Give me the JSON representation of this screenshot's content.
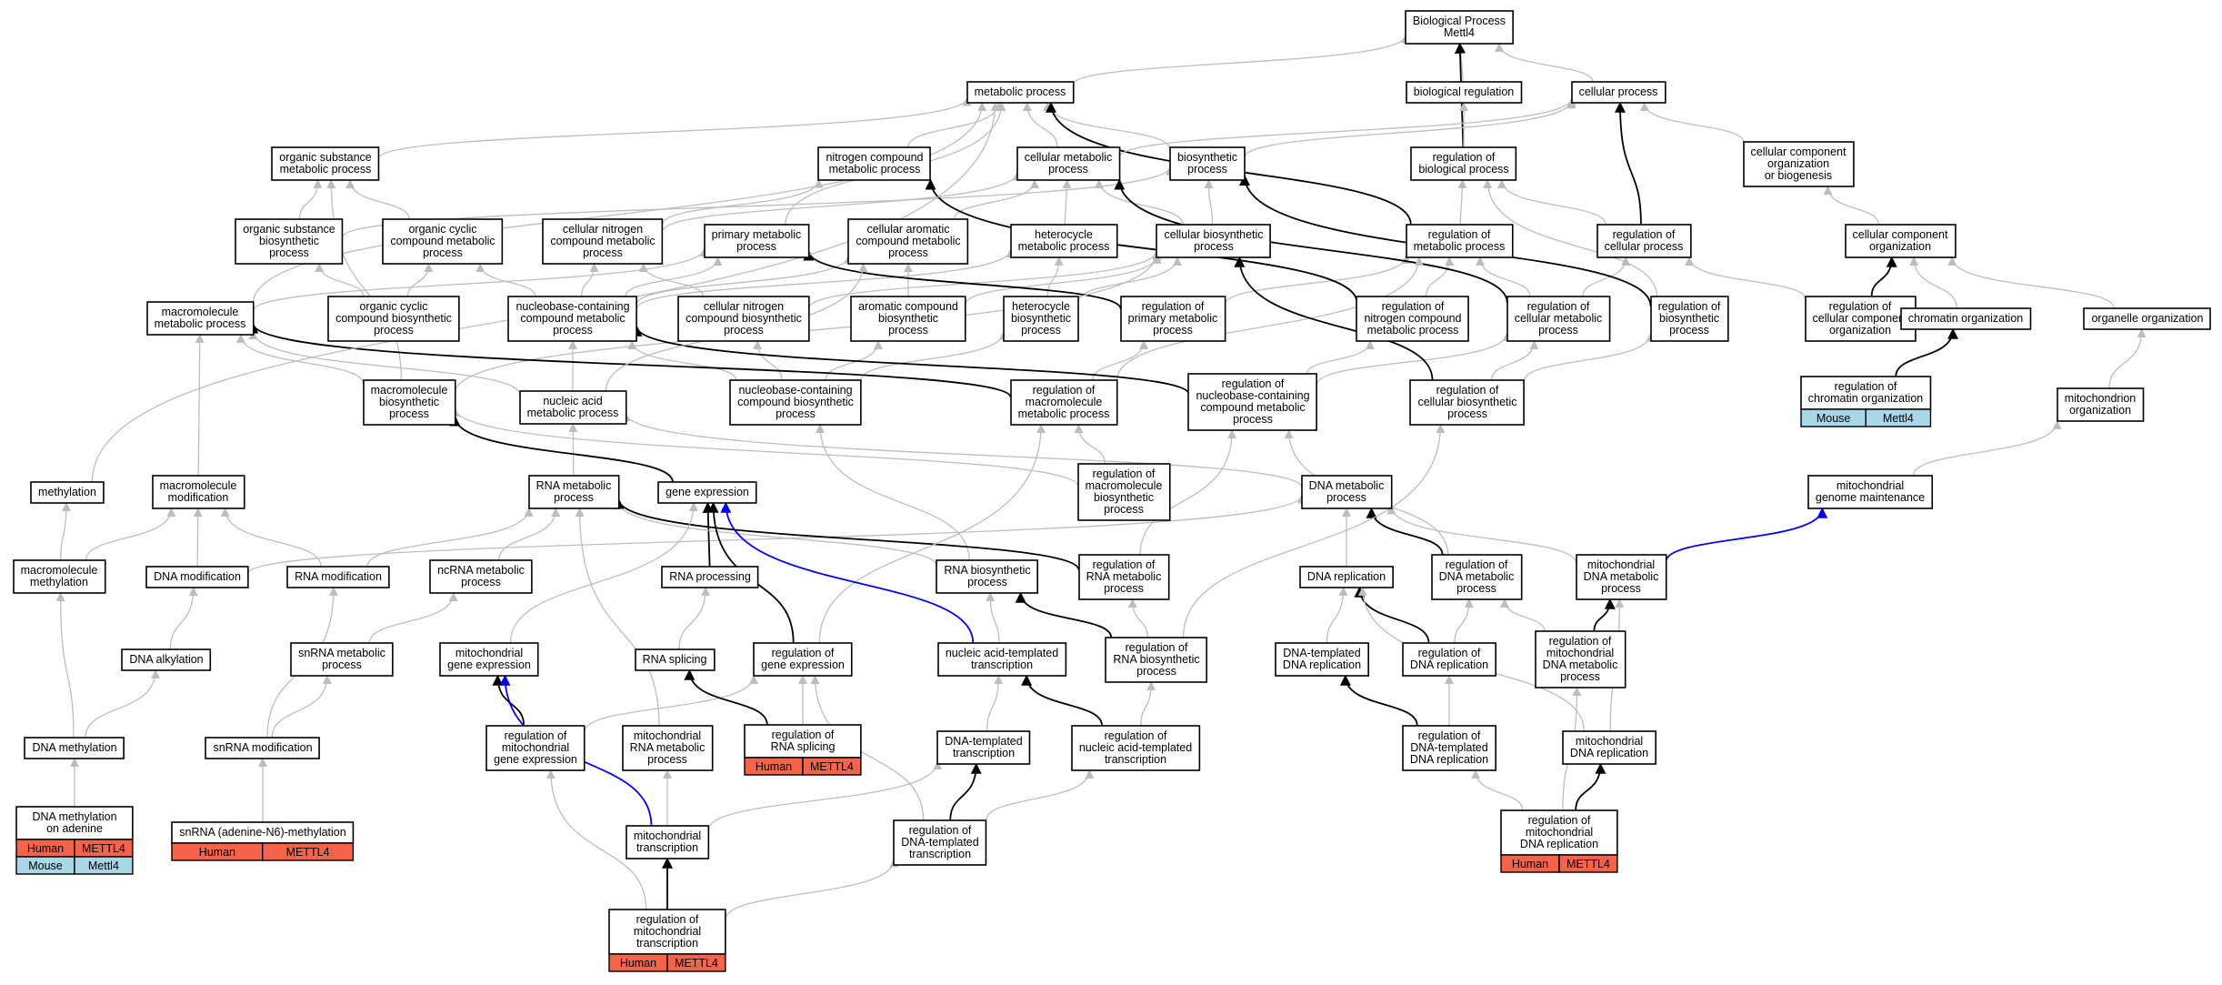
{
  "colors": {
    "node_border": "#000000",
    "edge_gray": "#bdbdbd",
    "edge_black": "#000000",
    "edge_blue": "#0000ee",
    "human_badge": "#f4634a",
    "mouse_badge": "#a8d8e8"
  },
  "nodes": [
    {
      "id": "bp",
      "lines": [
        "Biological Process",
        "Mettl4"
      ]
    },
    {
      "id": "mp",
      "lines": [
        "metabolic process"
      ]
    },
    {
      "id": "br",
      "lines": [
        "biological regulation"
      ]
    },
    {
      "id": "cp",
      "lines": [
        "cellular process"
      ]
    },
    {
      "id": "osmp",
      "lines": [
        "organic substance",
        "metabolic process"
      ]
    },
    {
      "id": "ncmp",
      "lines": [
        "nitrogen compound",
        "metabolic process"
      ]
    },
    {
      "id": "cmp",
      "lines": [
        "cellular metabolic",
        "process"
      ]
    },
    {
      "id": "bsp",
      "lines": [
        "biosynthetic",
        "process"
      ]
    },
    {
      "id": "rbp",
      "lines": [
        "regulation of",
        "biological process"
      ]
    },
    {
      "id": "ccob",
      "lines": [
        "cellular component",
        "organization",
        "or biogenesis"
      ]
    },
    {
      "id": "osbp",
      "lines": [
        "organic substance",
        "biosynthetic",
        "process"
      ]
    },
    {
      "id": "occmp",
      "lines": [
        "organic cyclic",
        "compound metabolic",
        "process"
      ]
    },
    {
      "id": "cncmp",
      "lines": [
        "cellular nitrogen",
        "compound metabolic",
        "process"
      ]
    },
    {
      "id": "pmp",
      "lines": [
        "primary metabolic",
        "process"
      ]
    },
    {
      "id": "cacmp",
      "lines": [
        "cellular aromatic",
        "compound metabolic",
        "process"
      ]
    },
    {
      "id": "hmp",
      "lines": [
        "heterocycle",
        "metabolic process"
      ]
    },
    {
      "id": "cbp",
      "lines": [
        "cellular biosynthetic",
        "process"
      ]
    },
    {
      "id": "rmp",
      "lines": [
        "regulation of",
        "metabolic process"
      ]
    },
    {
      "id": "rcp",
      "lines": [
        "regulation of",
        "cellular process"
      ]
    },
    {
      "id": "cco",
      "lines": [
        "cellular component",
        "organization"
      ]
    },
    {
      "id": "mmp",
      "lines": [
        "macromolecule",
        "metabolic process"
      ]
    },
    {
      "id": "occbp",
      "lines": [
        "organic cyclic",
        "compound biosynthetic",
        "process"
      ]
    },
    {
      "id": "nccmp",
      "lines": [
        "nucleobase-containing",
        "compound metabolic",
        "process"
      ]
    },
    {
      "id": "cncbp",
      "lines": [
        "cellular nitrogen",
        "compound biosynthetic",
        "process"
      ]
    },
    {
      "id": "acbp",
      "lines": [
        "aromatic compound",
        "biosynthetic",
        "process"
      ]
    },
    {
      "id": "hbp",
      "lines": [
        "heterocycle",
        "biosynthetic",
        "process"
      ]
    },
    {
      "id": "rpmp",
      "lines": [
        "regulation of",
        "primary metabolic",
        "process"
      ]
    },
    {
      "id": "rncmp",
      "lines": [
        "regulation of",
        "nitrogen compound",
        "metabolic process"
      ]
    },
    {
      "id": "rcmp",
      "lines": [
        "regulation of",
        "cellular metabolic",
        "process"
      ]
    },
    {
      "id": "rbsp",
      "lines": [
        "regulation of",
        "biosynthetic",
        "process"
      ]
    },
    {
      "id": "rcco",
      "lines": [
        "regulation of",
        "cellular component",
        "organization"
      ]
    },
    {
      "id": "co",
      "lines": [
        "chromatin organization"
      ]
    },
    {
      "id": "oo",
      "lines": [
        "organelle organization"
      ]
    },
    {
      "id": "mbp",
      "lines": [
        "macromolecule",
        "biosynthetic",
        "process"
      ]
    },
    {
      "id": "namp",
      "lines": [
        "nucleic acid",
        "metabolic process"
      ]
    },
    {
      "id": "nccbp",
      "lines": [
        "nucleobase-containing",
        "compound biosynthetic",
        "process"
      ]
    },
    {
      "id": "rmmp",
      "lines": [
        "regulation of",
        "macromolecule",
        "metabolic process"
      ]
    },
    {
      "id": "rnccmp",
      "lines": [
        "regulation of",
        "nucleobase-containing",
        "compound metabolic",
        "process"
      ]
    },
    {
      "id": "rcbp",
      "lines": [
        "regulation of",
        "cellular biosynthetic",
        "process"
      ]
    },
    {
      "id": "rco",
      "lines": [
        "regulation of",
        "chromatin organization"
      ],
      "badges": [
        [
          "mouse",
          "Mouse",
          "Mettl4"
        ]
      ]
    },
    {
      "id": "mo",
      "lines": [
        "mitochondrion",
        "organization"
      ]
    },
    {
      "id": "meth",
      "lines": [
        "methylation"
      ]
    },
    {
      "id": "mmod",
      "lines": [
        "macromolecule",
        "modification"
      ]
    },
    {
      "id": "rnamp",
      "lines": [
        "RNA metabolic",
        "process"
      ]
    },
    {
      "id": "ge",
      "lines": [
        "gene expression"
      ]
    },
    {
      "id": "rmbp",
      "lines": [
        "regulation of",
        "macromolecule",
        "biosynthetic",
        "process"
      ]
    },
    {
      "id": "dnamp",
      "lines": [
        "DNA metabolic",
        "process"
      ]
    },
    {
      "id": "mgm",
      "lines": [
        "mitochondrial",
        "genome maintenance"
      ]
    },
    {
      "id": "mmeth",
      "lines": [
        "macromolecule",
        "methylation"
      ]
    },
    {
      "id": "dnamod",
      "lines": [
        "DNA modification"
      ]
    },
    {
      "id": "rnamod",
      "lines": [
        "RNA modification"
      ]
    },
    {
      "id": "ncrna",
      "lines": [
        "ncRNA metabolic",
        "process"
      ]
    },
    {
      "id": "rnaproc",
      "lines": [
        "RNA processing"
      ]
    },
    {
      "id": "rnabp",
      "lines": [
        "RNA biosynthetic",
        "process"
      ]
    },
    {
      "id": "rrnamp",
      "lines": [
        "regulation of",
        "RNA metabolic",
        "process"
      ]
    },
    {
      "id": "dnarep",
      "lines": [
        "DNA replication"
      ]
    },
    {
      "id": "rdnamp",
      "lines": [
        "regulation of",
        "DNA metabolic",
        "process"
      ]
    },
    {
      "id": "mdnamp",
      "lines": [
        "mitochondrial",
        "DNA metabolic",
        "process"
      ]
    },
    {
      "id": "dnaalk",
      "lines": [
        "DNA alkylation"
      ]
    },
    {
      "id": "snrnamp",
      "lines": [
        "snRNA metabolic",
        "process"
      ]
    },
    {
      "id": "mge",
      "lines": [
        "mitochondrial",
        "gene expression"
      ]
    },
    {
      "id": "rnasplice",
      "lines": [
        "RNA splicing"
      ]
    },
    {
      "id": "rge",
      "lines": [
        "regulation of",
        "gene expression"
      ]
    },
    {
      "id": "natt",
      "lines": [
        "nucleic acid-templated",
        "transcription"
      ]
    },
    {
      "id": "rrnabp",
      "lines": [
        "regulation of",
        "RNA biosynthetic",
        "process"
      ]
    },
    {
      "id": "dtdnarep",
      "lines": [
        "DNA-templated",
        "DNA replication"
      ]
    },
    {
      "id": "rdnarep",
      "lines": [
        "regulation of",
        "DNA replication"
      ]
    },
    {
      "id": "rmdnamp",
      "lines": [
        "regulation of",
        "mitochondrial",
        "DNA metabolic",
        "process"
      ]
    },
    {
      "id": "dnameth",
      "lines": [
        "DNA methylation"
      ]
    },
    {
      "id": "snrnamod",
      "lines": [
        "snRNA modification"
      ]
    },
    {
      "id": "rmge",
      "lines": [
        "regulation of",
        "mitochondrial",
        "gene expression"
      ]
    },
    {
      "id": "mrnamp",
      "lines": [
        "mitochondrial",
        "RNA metabolic",
        "process"
      ]
    },
    {
      "id": "rrnasplice",
      "lines": [
        "regulation of",
        "RNA splicing"
      ],
      "badges": [
        [
          "human",
          "Human",
          "METTL4"
        ]
      ]
    },
    {
      "id": "dtt",
      "lines": [
        "DNA-templated",
        "transcription"
      ]
    },
    {
      "id": "rnatt",
      "lines": [
        "regulation of",
        "nucleic acid-templated",
        "transcription"
      ]
    },
    {
      "id": "rdtdnarep",
      "lines": [
        "regulation of",
        "DNA-templated",
        "DNA replication"
      ]
    },
    {
      "id": "mdnarep",
      "lines": [
        "mitochondrial",
        "DNA replication"
      ]
    },
    {
      "id": "dnamethadenine",
      "lines": [
        "DNA methylation",
        "on adenine"
      ],
      "badges": [
        [
          "human",
          "Human",
          "METTL4"
        ],
        [
          "mouse",
          "Mouse",
          "Mettl4"
        ]
      ]
    },
    {
      "id": "snrnaadenine",
      "lines": [
        "snRNA (adenine-N6)-methylation"
      ],
      "badges": [
        [
          "human",
          "Human",
          "METTL4"
        ]
      ]
    },
    {
      "id": "mtrans",
      "lines": [
        "mitochondrial",
        "transcription"
      ]
    },
    {
      "id": "rdtt",
      "lines": [
        "regulation of",
        "DNA-templated",
        "transcription"
      ]
    },
    {
      "id": "rmdnarep",
      "lines": [
        "regulation of",
        "mitochondrial",
        "DNA replication"
      ],
      "badges": [
        [
          "human",
          "Human",
          "METTL4"
        ]
      ]
    },
    {
      "id": "rmtrans",
      "lines": [
        "regulation of",
        "mitochondrial",
        "transcription"
      ],
      "badges": [
        [
          "human",
          "Human",
          "METTL4"
        ]
      ]
    }
  ],
  "edges": [
    [
      "mp",
      "bp",
      "g"
    ],
    [
      "br",
      "bp",
      "g"
    ],
    [
      "cp",
      "bp",
      "g"
    ],
    [
      "rbp",
      "bp",
      "k"
    ],
    [
      "rbp",
      "br",
      "g"
    ],
    [
      "ccob",
      "cp",
      "g"
    ],
    [
      "rcp",
      "cp",
      "k"
    ],
    [
      "rcp",
      "rbp",
      "g"
    ],
    [
      "osmp",
      "mp",
      "g"
    ],
    [
      "ncmp",
      "mp",
      "g"
    ],
    [
      "cmp",
      "mp",
      "g"
    ],
    [
      "bsp",
      "mp",
      "g"
    ],
    [
      "pmp",
      "mp",
      "g"
    ],
    [
      "mmp",
      "mp",
      "g"
    ],
    [
      "rmp",
      "mp",
      "k"
    ],
    [
      "cmp",
      "cp",
      "g"
    ],
    [
      "bsp",
      "cp",
      "g"
    ],
    [
      "occmp",
      "osmp",
      "g"
    ],
    [
      "osbp",
      "osmp",
      "g"
    ],
    [
      "mbp",
      "osmp",
      "g"
    ],
    [
      "cncmp",
      "ncmp",
      "g"
    ],
    [
      "cncmp",
      "cmp",
      "g"
    ],
    [
      "cacmp",
      "cmp",
      "g"
    ],
    [
      "hmp",
      "cmp",
      "g"
    ],
    [
      "cbp",
      "cmp",
      "g"
    ],
    [
      "cbp",
      "bsp",
      "g"
    ],
    [
      "osbp",
      "bsp",
      "g"
    ],
    [
      "occbp",
      "occmp",
      "g"
    ],
    [
      "occbp",
      "osbp",
      "g"
    ],
    [
      "nccmp",
      "occmp",
      "g"
    ],
    [
      "nccmp",
      "cncmp",
      "g"
    ],
    [
      "nccmp",
      "pmp",
      "g"
    ],
    [
      "nccmp",
      "hmp",
      "g"
    ],
    [
      "nccmp",
      "cacmp",
      "g"
    ],
    [
      "cncbp",
      "cncmp",
      "g"
    ],
    [
      "cncbp",
      "cbp",
      "g"
    ],
    [
      "acbp",
      "cacmp",
      "g"
    ],
    [
      "acbp",
      "cbp",
      "g"
    ],
    [
      "hbp",
      "hmp",
      "g"
    ],
    [
      "hbp",
      "cbp",
      "g"
    ],
    [
      "rmp",
      "rbp",
      "g"
    ],
    [
      "rpmp",
      "pmp",
      "k"
    ],
    [
      "rpmp",
      "rmp",
      "g"
    ],
    [
      "rncmp",
      "ncmp",
      "k"
    ],
    [
      "rncmp",
      "rmp",
      "g"
    ],
    [
      "rcmp",
      "cmp",
      "k"
    ],
    [
      "rcmp",
      "rmp",
      "g"
    ],
    [
      "rcmp",
      "rcp",
      "g"
    ],
    [
      "rbsp",
      "bsp",
      "k"
    ],
    [
      "rbsp",
      "rbp",
      "g"
    ],
    [
      "rcco",
      "cco",
      "k"
    ],
    [
      "rcco",
      "rcp",
      "g"
    ],
    [
      "cco",
      "ccob",
      "g"
    ],
    [
      "co",
      "cco",
      "g"
    ],
    [
      "oo",
      "cco",
      "g"
    ],
    [
      "rco",
      "co",
      "k"
    ],
    [
      "mo",
      "oo",
      "g"
    ],
    [
      "mmp",
      "pmp",
      "g"
    ],
    [
      "mbp",
      "mmp",
      "g"
    ],
    [
      "mbp",
      "cbp",
      "g"
    ],
    [
      "namp",
      "nccmp",
      "g"
    ],
    [
      "namp",
      "mmp",
      "g"
    ],
    [
      "nccbp",
      "nccmp",
      "g"
    ],
    [
      "nccbp",
      "hbp",
      "g"
    ],
    [
      "nccbp",
      "acbp",
      "g"
    ],
    [
      "nccbp",
      "cncbp",
      "g"
    ],
    [
      "rmmp",
      "mmp",
      "k"
    ],
    [
      "rmmp",
      "rpmp",
      "g"
    ],
    [
      "rmmp",
      "rmp",
      "g"
    ],
    [
      "rnccmp",
      "nccmp",
      "k"
    ],
    [
      "rnccmp",
      "rncmp",
      "g"
    ],
    [
      "rnccmp",
      "rcmp",
      "g"
    ],
    [
      "rcbp",
      "cbp",
      "k"
    ],
    [
      "rcbp",
      "rcmp",
      "g"
    ],
    [
      "rcbp",
      "rbsp",
      "g"
    ],
    [
      "meth",
      "mp",
      "g"
    ],
    [
      "mmod",
      "mmp",
      "g"
    ],
    [
      "rnamp",
      "namp",
      "g"
    ],
    [
      "ge",
      "mbp",
      "k"
    ],
    [
      "rmbp",
      "rmmp",
      "g"
    ],
    [
      "rmbp",
      "mbp",
      "g"
    ],
    [
      "dnamp",
      "namp",
      "g"
    ],
    [
      "mgm",
      "mo",
      "g"
    ],
    [
      "mmeth",
      "meth",
      "g"
    ],
    [
      "mmeth",
      "mmod",
      "g"
    ],
    [
      "dnamod",
      "mmod",
      "g"
    ],
    [
      "dnamod",
      "dnamp",
      "g"
    ],
    [
      "rnamod",
      "mmod",
      "g"
    ],
    [
      "rnamod",
      "rnamp",
      "g"
    ],
    [
      "ncrna",
      "rnamp",
      "g"
    ],
    [
      "rnaproc",
      "ge",
      "k"
    ],
    [
      "rnabp",
      "rnamp",
      "g"
    ],
    [
      "rnabp",
      "nccbp",
      "g"
    ],
    [
      "rrnamp",
      "rnamp",
      "k"
    ],
    [
      "rrnamp",
      "rnccmp",
      "g"
    ],
    [
      "dnarep",
      "dnamp",
      "g"
    ],
    [
      "rdnamp",
      "dnamp",
      "k"
    ],
    [
      "rdnamp",
      "rnccmp",
      "g"
    ],
    [
      "mdnamp",
      "dnamp",
      "g"
    ],
    [
      "mdnamp",
      "mgm",
      "b"
    ],
    [
      "dnaalk",
      "dnamod",
      "g"
    ],
    [
      "snrnamp",
      "ncrna",
      "g"
    ],
    [
      "mge",
      "ge",
      "g"
    ],
    [
      "rnasplice",
      "rnaproc",
      "g"
    ],
    [
      "rge",
      "ge",
      "k"
    ],
    [
      "rge",
      "rmmp",
      "g"
    ],
    [
      "natt",
      "rnabp",
      "g"
    ],
    [
      "natt",
      "ge",
      "b"
    ],
    [
      "rrnabp",
      "rnabp",
      "k"
    ],
    [
      "rrnabp",
      "rrnamp",
      "g"
    ],
    [
      "rrnabp",
      "rcbp",
      "g"
    ],
    [
      "dtdnarep",
      "dnarep",
      "g"
    ],
    [
      "rdnarep",
      "dnarep",
      "k"
    ],
    [
      "rdnarep",
      "rdnamp",
      "g"
    ],
    [
      "rmdnamp",
      "mdnamp",
      "k"
    ],
    [
      "rmdnamp",
      "rdnamp",
      "g"
    ],
    [
      "dnameth",
      "mmeth",
      "g"
    ],
    [
      "dnameth",
      "dnaalk",
      "g"
    ],
    [
      "snrnamod",
      "rnamod",
      "g"
    ],
    [
      "snrnamod",
      "snrnamp",
      "g"
    ],
    [
      "rmge",
      "mge",
      "k"
    ],
    [
      "rmge",
      "rge",
      "g"
    ],
    [
      "mrnamp",
      "rnamp",
      "g"
    ],
    [
      "rrnasplice",
      "rnasplice",
      "k"
    ],
    [
      "rrnasplice",
      "rge",
      "g"
    ],
    [
      "dtt",
      "natt",
      "g"
    ],
    [
      "rnatt",
      "natt",
      "k"
    ],
    [
      "rnatt",
      "rrnabp",
      "g"
    ],
    [
      "rdtdnarep",
      "dtdnarep",
      "k"
    ],
    [
      "rdtdnarep",
      "rdnarep",
      "g"
    ],
    [
      "mdnarep",
      "dnarep",
      "g"
    ],
    [
      "mdnarep",
      "mdnamp",
      "g"
    ],
    [
      "dnamethadenine",
      "dnameth",
      "g"
    ],
    [
      "snrnaadenine",
      "snrnamod",
      "g"
    ],
    [
      "mtrans",
      "mge",
      "b"
    ],
    [
      "mtrans",
      "mrnamp",
      "g"
    ],
    [
      "mtrans",
      "dtt",
      "g"
    ],
    [
      "rdtt",
      "dtt",
      "k"
    ],
    [
      "rdtt",
      "rnatt",
      "g"
    ],
    [
      "rdtt",
      "rge",
      "g"
    ],
    [
      "rmdnarep",
      "mdnarep",
      "k"
    ],
    [
      "rmdnarep",
      "rdtdnarep",
      "g"
    ],
    [
      "rmdnarep",
      "rmdnamp",
      "g"
    ],
    [
      "rmtrans",
      "mtrans",
      "k"
    ],
    [
      "rmtrans",
      "rmge",
      "g"
    ],
    [
      "rmtrans",
      "rdtt",
      "g"
    ],
    [
      "namp",
      "cacmp",
      "g"
    ]
  ]
}
